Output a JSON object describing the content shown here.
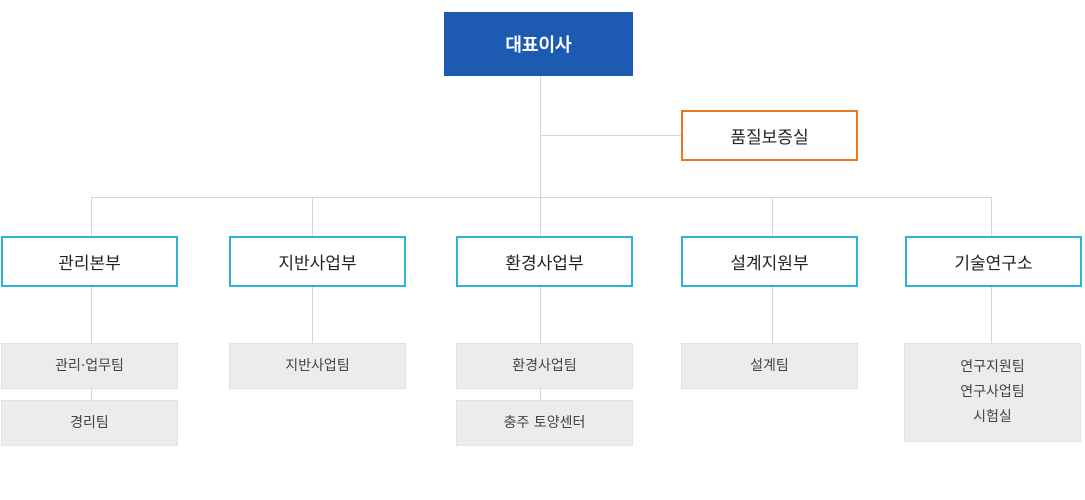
{
  "ceo": "대표이사",
  "qa": "품질보증실",
  "departments": [
    {
      "name": "관리본부",
      "teams": [
        "관리·업무팀",
        "경리팀"
      ]
    },
    {
      "name": "지반사업부",
      "teams": [
        "지반사업팀"
      ]
    },
    {
      "name": "환경사업부",
      "teams": [
        "환경사업팀",
        "충주 토양센터"
      ]
    },
    {
      "name": "설계지원부",
      "teams": [
        "설계팀"
      ]
    },
    {
      "name": "기술연구소",
      "teams": [
        [
          "연구지원팀",
          "연구사업팀",
          "시험실"
        ]
      ]
    }
  ],
  "colors": {
    "ceo": "#1d5bb3",
    "qa_border": "#e87722",
    "dept_border": "#2ab3d6",
    "team_bg": "#ececec",
    "line": "#d5d5d5"
  }
}
